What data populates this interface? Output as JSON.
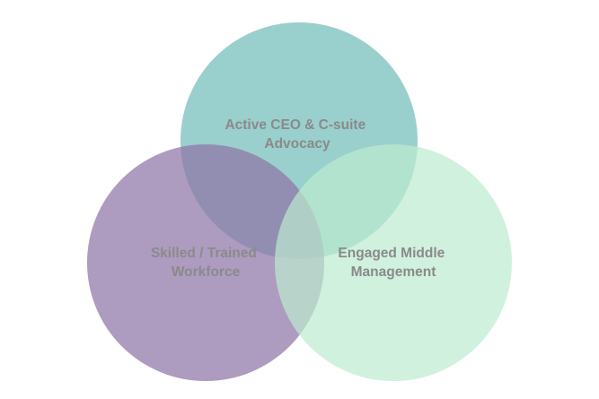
{
  "diagram": {
    "circles": [
      {
        "id": "ceo",
        "label_lines": [
          "Active CEO & C-suite",
          "Advocacy"
        ],
        "color": "#7fc3c1"
      },
      {
        "id": "workforce",
        "label_lines": [
          "Skilled / Trained",
          "Workforce"
        ],
        "color": "#8f74a8"
      },
      {
        "id": "management",
        "label_lines": [
          "Engaged Middle",
          "Management"
        ],
        "color": "#bcebcf"
      }
    ]
  }
}
